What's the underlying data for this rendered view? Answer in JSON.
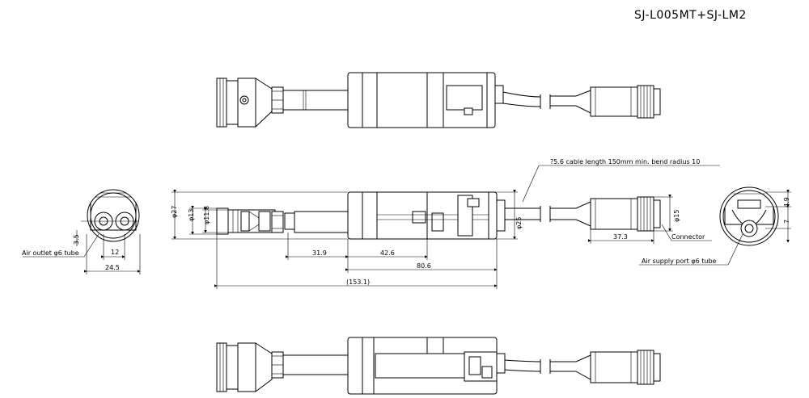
{
  "title": "SJ-L005MT+SJ-LM2",
  "labels": {
    "cable": "?5.6  cable length 150mm  min. bend radius 10",
    "connector": "Connector",
    "air_supply": "Air supply port φ6 tube",
    "air_outlet": "Air outlet φ6 tube"
  },
  "dims": {
    "d27": "φ27",
    "d13": "φ13",
    "d118": "φ11.8",
    "d25": "φ25",
    "d15": "φ15",
    "l319": "31.9",
    "l426": "42.6",
    "l806": "80.6",
    "l1531": "(153.1)",
    "l373": "37.3",
    "l35": "3.5",
    "l12": "12",
    "l245": "24.5",
    "l49": "4.9",
    "l7": "7"
  }
}
